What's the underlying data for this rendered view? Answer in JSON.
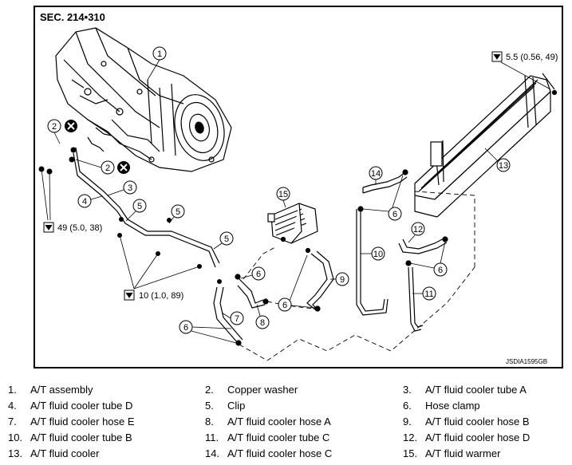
{
  "header": {
    "section": "SEC. 214•310"
  },
  "figure_id": "JSDIA1595GB",
  "callouts": [
    {
      "num": "1"
    },
    {
      "num": "2"
    },
    {
      "num": "2"
    },
    {
      "num": "3"
    },
    {
      "num": "4"
    },
    {
      "num": "5"
    },
    {
      "num": "5"
    },
    {
      "num": "5"
    },
    {
      "num": "6"
    },
    {
      "num": "6"
    },
    {
      "num": "6"
    },
    {
      "num": "6"
    },
    {
      "num": "6"
    },
    {
      "num": "7"
    },
    {
      "num": "8"
    },
    {
      "num": "9"
    },
    {
      "num": "10"
    },
    {
      "num": "11"
    },
    {
      "num": "12"
    },
    {
      "num": "13"
    },
    {
      "num": "14"
    },
    {
      "num": "15"
    }
  ],
  "torques": [
    {
      "value": "5.5 (0.56, 49)"
    },
    {
      "value": "49 (5.0, 38)"
    },
    {
      "value": "10 (1.0, 89)"
    }
  ],
  "legend": [
    {
      "num": "1.",
      "label": "A/T assembly"
    },
    {
      "num": "2.",
      "label": "Copper washer"
    },
    {
      "num": "3.",
      "label": "A/T fluid cooler tube A"
    },
    {
      "num": "4.",
      "label": "A/T fluid cooler tube D"
    },
    {
      "num": "5.",
      "label": "Clip"
    },
    {
      "num": "6.",
      "label": "Hose clamp"
    },
    {
      "num": "7.",
      "label": "A/T fluid cooler hose E"
    },
    {
      "num": "8.",
      "label": "A/T fluid cooler hose A"
    },
    {
      "num": "9.",
      "label": "A/T fluid cooler hose B"
    },
    {
      "num": "10.",
      "label": "A/T fluid cooler tube B"
    },
    {
      "num": "11.",
      "label": "A/T fluid cooler tube C"
    },
    {
      "num": "12.",
      "label": "A/T fluid cooler hose D"
    },
    {
      "num": "13.",
      "label": "A/T fluid cooler"
    },
    {
      "num": "14.",
      "label": "A/T fluid cooler hose C"
    },
    {
      "num": "15.",
      "label": "A/T fluid warmer"
    }
  ]
}
